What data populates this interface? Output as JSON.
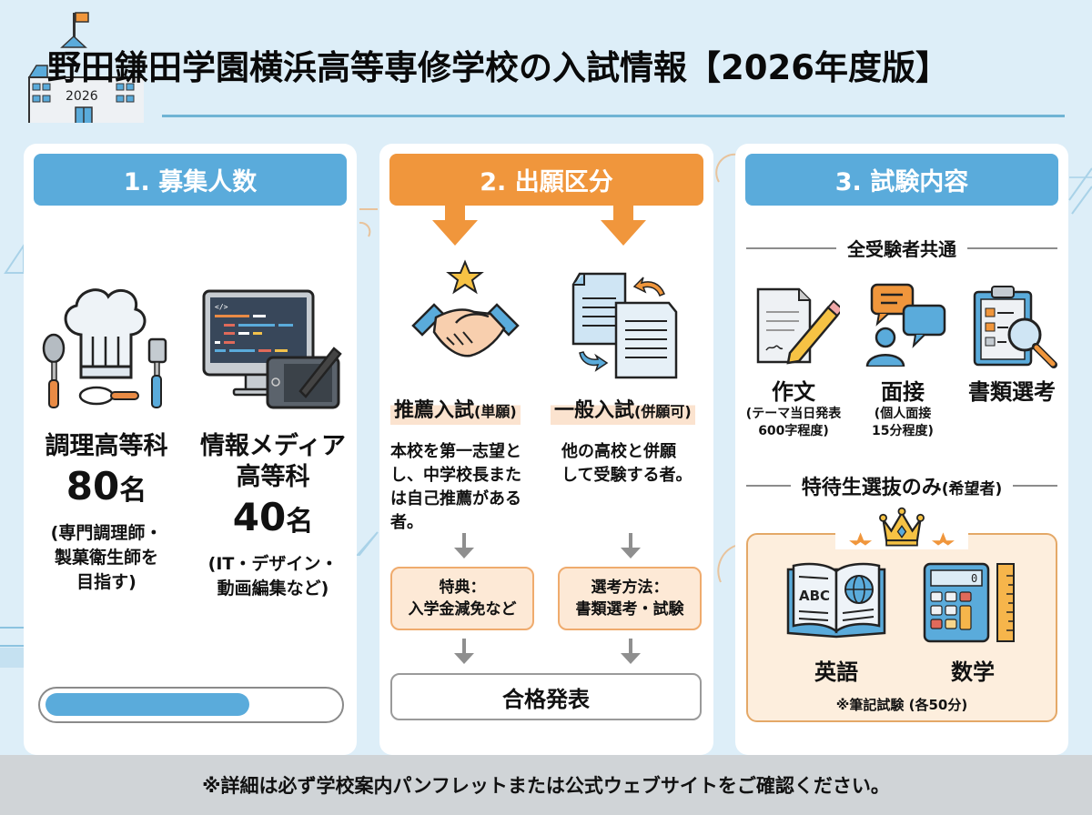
{
  "header": {
    "title": "野田鎌田学園横浜高等専修学校の入試情報【2026年度版】",
    "school_icon_year": "2026"
  },
  "colors": {
    "background": "#ddeef8",
    "blue_accent": "#5aabdb",
    "orange_accent": "#f0963c",
    "orange_soft": "#fde9d6",
    "footer_bg": "#d0d4d7"
  },
  "section1": {
    "heading": "1. 募集人数",
    "departments": [
      {
        "name": "調理高等科",
        "count": "80",
        "unit": "名",
        "note_lines": [
          "(専門調理師・",
          "製菓衛生師を",
          "目指す)"
        ],
        "icon": "chef-hat-utensils-icon"
      },
      {
        "name_lines": [
          "情報メディア",
          "高等科"
        ],
        "count": "40",
        "unit": "名",
        "note_lines": [
          "(IT・デザイン・",
          "動画編集など)"
        ],
        "icon": "computer-pen-tablet-icon"
      }
    ],
    "progress_percent": 70
  },
  "section2": {
    "heading": "2. 出願区分",
    "routes": [
      {
        "title": "推薦入試",
        "title_suffix": "(単願)",
        "icon": "handshake-star-icon",
        "desc_lines": [
          "本校を第一志望と",
          "し、中学校長また",
          "は自己推薦がある",
          "者。"
        ],
        "box_lines": [
          "特典：",
          "入学金減免など"
        ]
      },
      {
        "title": "一般入試",
        "title_suffix": "(併願可)",
        "icon": "documents-exchange-icon",
        "desc_lines": [
          "他の高校と併願",
          "して受験する者。"
        ],
        "box_lines": [
          "選考方法：",
          "書類選考・試験"
        ]
      }
    ],
    "result": "合格発表"
  },
  "section3": {
    "heading": "3. 試験内容",
    "common_label": "全受験者共通",
    "common_exams": [
      {
        "name": "作文",
        "note_lines": [
          "(テーマ当日発表",
          "600字程度)"
        ],
        "icon": "essay-pencil-icon"
      },
      {
        "name": "面接",
        "note_lines": [
          "(個人面接",
          "15分程度)"
        ],
        "icon": "interview-speech-icon"
      },
      {
        "name": "書類選考",
        "note_lines": [],
        "icon": "clipboard-magnifier-icon"
      }
    ],
    "special_label": "特待生選抜のみ",
    "special_label_suffix": "(希望者)",
    "special_exams": [
      {
        "name": "英語",
        "icon": "english-book-icon",
        "book_text": "ABC"
      },
      {
        "name": "数学",
        "icon": "calculator-ruler-icon",
        "display": "0"
      }
    ],
    "special_note": "※筆記試験 (各50分)"
  },
  "footer": {
    "note": "※詳細は必ず学校案内パンフレットまたは公式ウェブサイトをご確認ください。"
  }
}
